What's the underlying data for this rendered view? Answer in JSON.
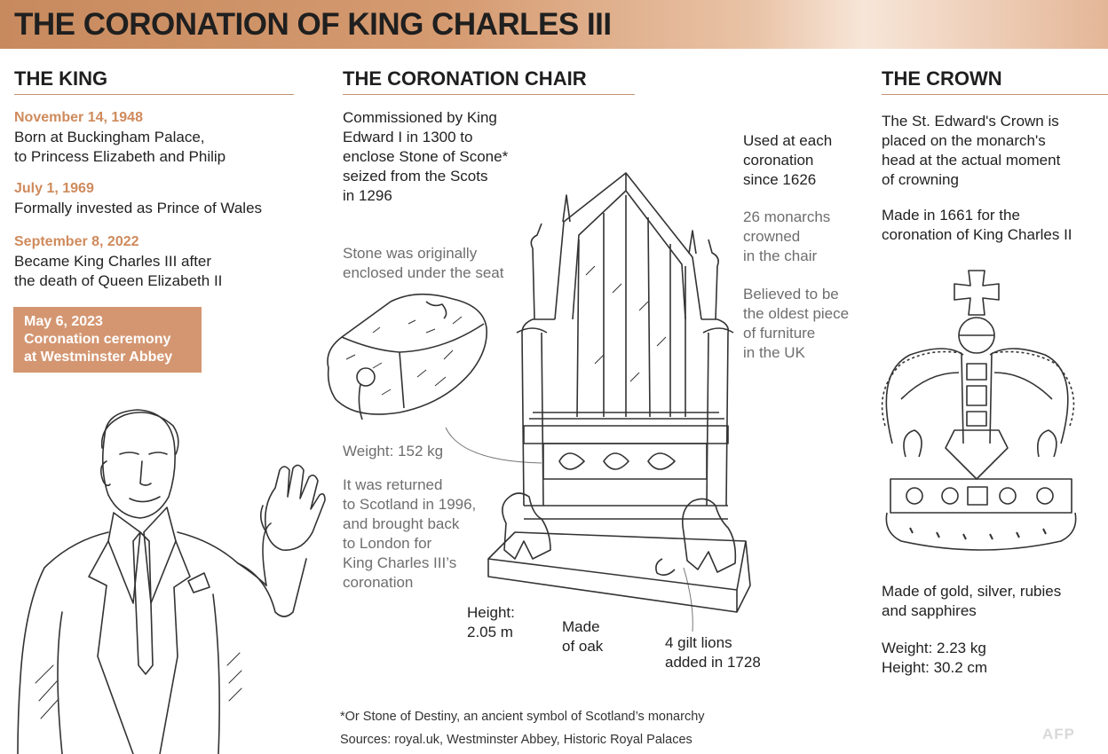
{
  "title": "THE CORONATION OF KING CHARLES III",
  "king": {
    "heading": "THE KING",
    "events": [
      {
        "date": "November 14, 1948",
        "lines": [
          "Born at Buckingham Palace,",
          "to Princess Elizabeth and Philip"
        ]
      },
      {
        "date": "July 1, 1969",
        "lines": [
          "Formally invested as Prince of Wales"
        ]
      },
      {
        "date": "September 8, 2022",
        "lines": [
          "Became King Charles III after",
          "the death of Queen Elizabeth II"
        ]
      }
    ],
    "highlight": [
      "May 6, 2023",
      "Coronation ceremony",
      "at Westminster Abbey"
    ]
  },
  "chair": {
    "heading": "THE CORONATION CHAIR",
    "intro": [
      "Commissioned by King",
      "Edward I in 1300 to",
      "enclose Stone of Scone*",
      "seized from the Scots",
      "in 1296"
    ],
    "stone_note": [
      "Stone was originally",
      "enclosed under the seat"
    ],
    "weight": "Weight: 152 kg",
    "returned": [
      "It was returned",
      "to Scotland in 1996,",
      "and brought back",
      "to London for",
      "King Charles III’s",
      "coronation"
    ],
    "used": [
      "Used at each",
      "coronation",
      "since 1626"
    ],
    "monarchs": [
      "26 monarchs",
      "crowned",
      "in the chair"
    ],
    "oldest": [
      "Believed to be",
      "the oldest piece",
      "of furniture",
      "in the UK"
    ],
    "height": [
      "Height:",
      "2.05 m"
    ],
    "material": [
      "Made",
      "of oak"
    ],
    "lions": [
      "4 gilt lions",
      "added in 1728"
    ]
  },
  "crown": {
    "heading": "THE CROWN",
    "desc": [
      "The St. Edward's Crown is",
      "placed on the monarch's",
      "head at the actual moment",
      "of crowning"
    ],
    "made": [
      "Made in 1661 for the",
      "coronation of King Charles II"
    ],
    "materials": [
      "Made of gold, silver, rubies",
      "and sapphires"
    ],
    "weight": "Weight: 2.23 kg",
    "height": "Height: 30.2 cm"
  },
  "footnote": "*Or Stone of Destiny, an ancient symbol of Scotland’s monarchy",
  "sources": "Sources: royal.uk, Westminster Abbey, Historic Royal Palaces",
  "logo": "AFP",
  "colors": {
    "accent": "#d49671",
    "date": "#cf8a5c",
    "banner": "#c78a5e"
  }
}
